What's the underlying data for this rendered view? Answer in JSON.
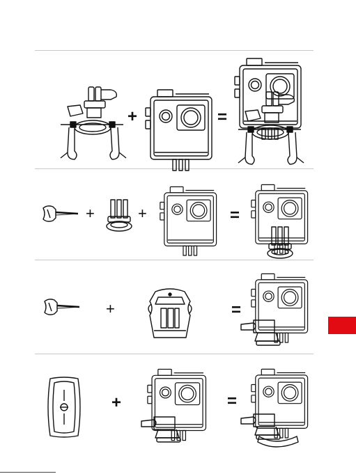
{
  "page": {
    "accent_color": "#e30b13",
    "line_color": "#111111"
  },
  "rows": [
    {
      "id": "row-1",
      "items": [
        "handlebar-mount-icon",
        "waterproof-case-icon",
        "camera-on-handlebar-mount-icon"
      ],
      "operators": [
        "+",
        "="
      ]
    },
    {
      "id": "row-2",
      "items": [
        "thumb-screw-icon",
        "tripod-adapter-icon",
        "waterproof-case-icon",
        "camera-with-tripod-adapter-icon"
      ],
      "operators": [
        "+",
        "+",
        "="
      ]
    },
    {
      "id": "row-3",
      "items": [
        "thumb-screw-icon",
        "quick-release-buckle-icon",
        "camera-with-buckle-icon"
      ],
      "operators": [
        "+",
        "="
      ]
    },
    {
      "id": "row-4",
      "items": [
        "curved-adhesive-mount-icon",
        "case-with-buckle-icon",
        "camera-on-curved-mount-icon"
      ],
      "operators": [
        "+",
        "="
      ]
    }
  ]
}
